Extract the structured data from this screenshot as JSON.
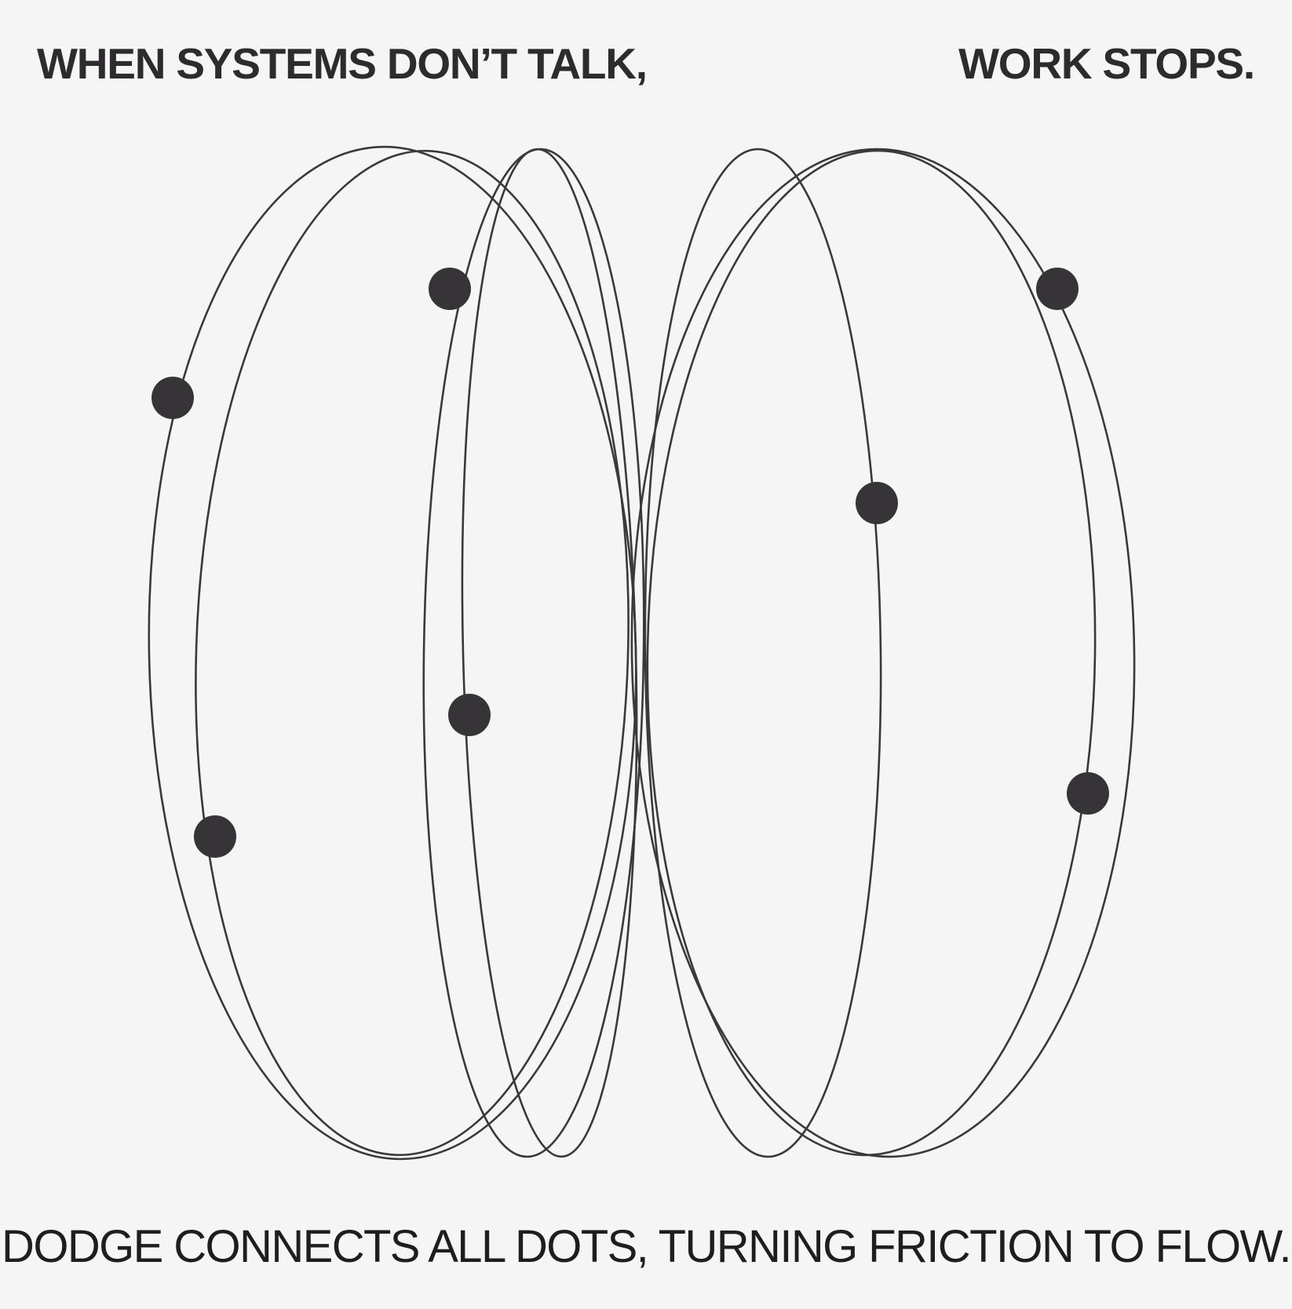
{
  "header": {
    "left_text": "WHEN SYSTEMS DON’T TALK,",
    "right_text": "WORK STOPS."
  },
  "footer": {
    "tagline": "DODGE CONNECTS ALL DOTS, TURNING FRICTION TO FLOW."
  },
  "colors": {
    "background": "#f5f5f5",
    "ink": "#3a383b",
    "dot": "#363437"
  }
}
